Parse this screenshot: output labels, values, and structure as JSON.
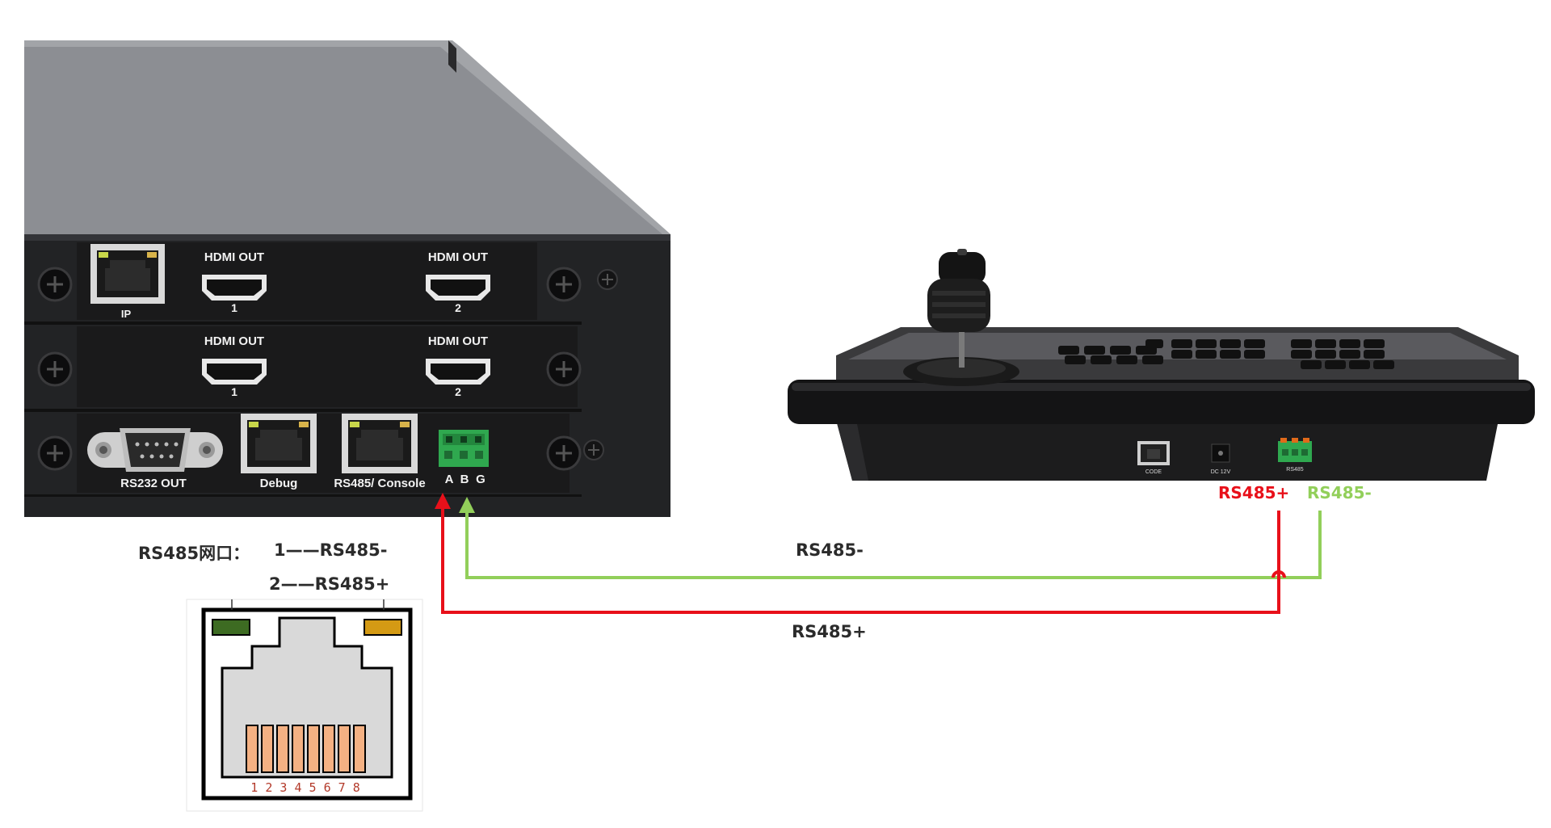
{
  "device": {
    "row1": {
      "port_ip": "IP",
      "hdmi1_title": "HDMI OUT",
      "hdmi1_num": "1",
      "hdmi2_title": "HDMI OUT",
      "hdmi2_num": "2"
    },
    "row2": {
      "hdmi1_title": "HDMI OUT",
      "hdmi1_num": "1",
      "hdmi2_title": "HDMI OUT",
      "hdmi2_num": "2"
    },
    "row3": {
      "rs232": "RS232 OUT",
      "debug": "Debug",
      "rs485_console": "RS485/ Console",
      "terminal_a": "A",
      "terminal_b": "B",
      "terminal_g": "G"
    }
  },
  "keyboard": {
    "code_label": "CODE",
    "dc_label": "DC 12V",
    "rs485_label": "RS485"
  },
  "labels": {
    "kb_rs485_plus": "RS485+",
    "kb_rs485_minus": "RS485-",
    "wire_minus": "RS485-",
    "wire_plus": "RS485+",
    "pin_note_prefix": "RS485网口：",
    "pin_note_line1": "1——RS485-",
    "pin_note_line2": "2——RS485+",
    "rj45_pins": "1 2 3 4 5 6 7 8"
  },
  "colors": {
    "red_wire": "#e8101a",
    "green_wire": "#92cf5a",
    "terminal_green": "#2fa84f",
    "led_green": "#3d6b22",
    "led_amber": "#d49a14",
    "pin_orange": "#f4b183"
  }
}
